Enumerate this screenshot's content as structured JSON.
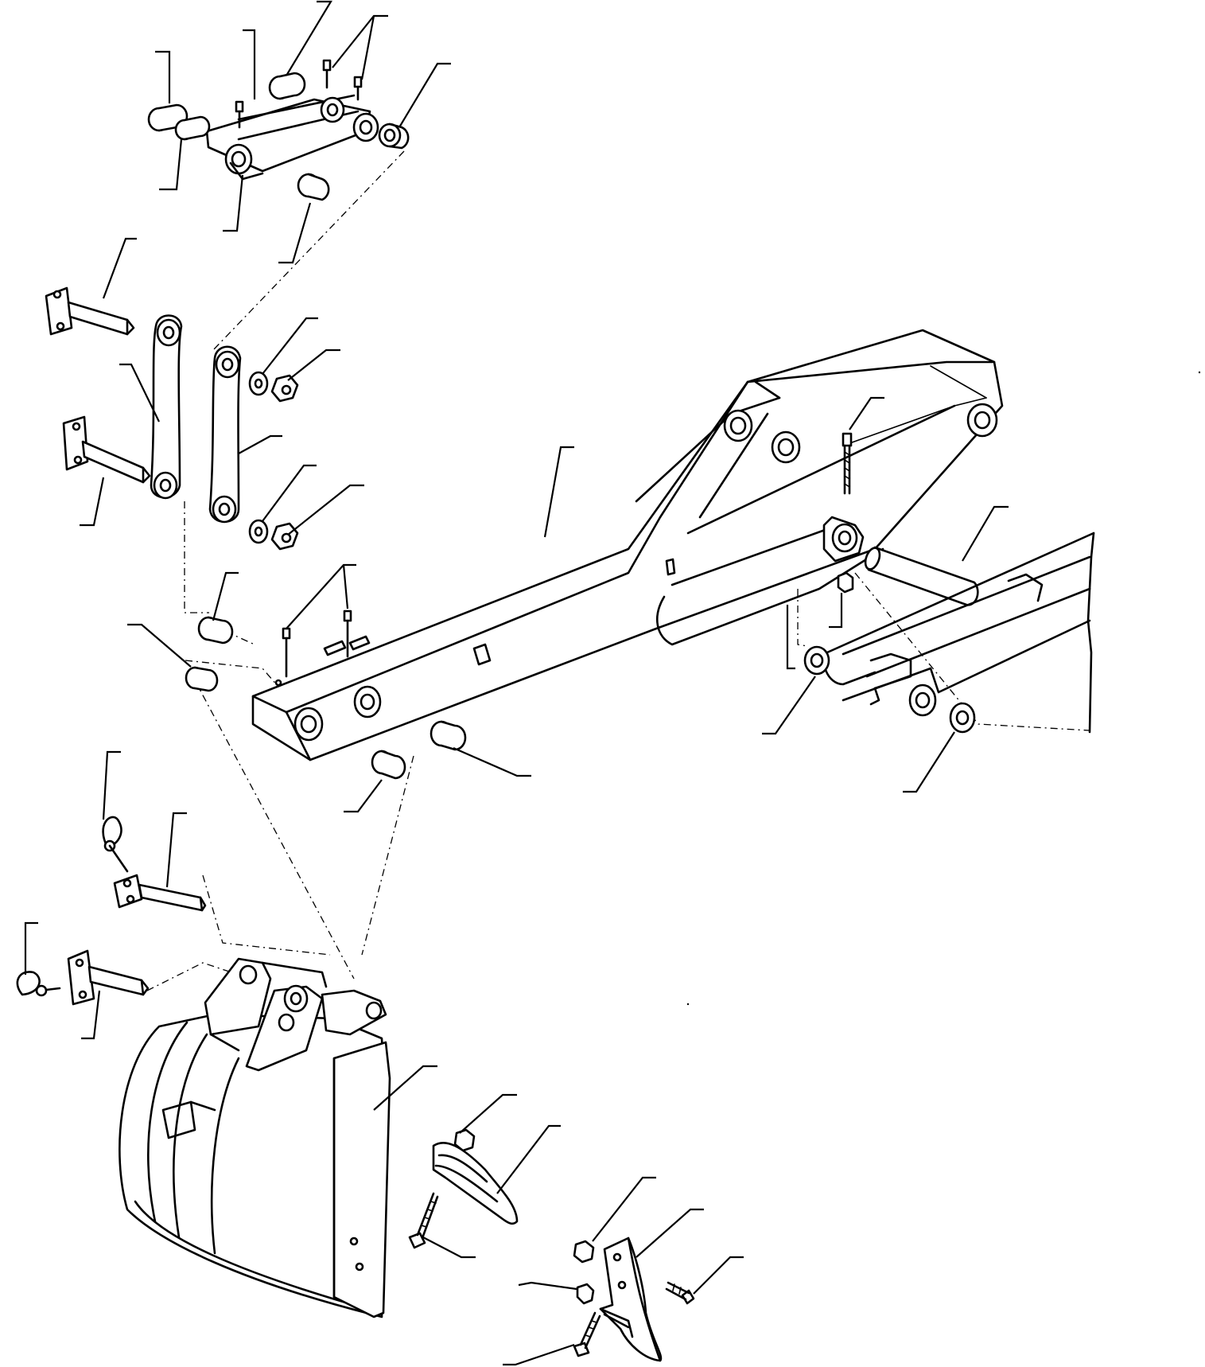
{
  "colors": {
    "line": "#000000",
    "paper": "#ffffff"
  },
  "parts": [
    "bucket-link-yoke",
    "bushing",
    "grease-nipple",
    "link-pin",
    "link-arm",
    "washer",
    "nut",
    "dipper-arm",
    "bolt",
    "pivot-pin",
    "lynch-pin",
    "bucket-pin",
    "bucket",
    "side-cutter",
    "tooth"
  ]
}
